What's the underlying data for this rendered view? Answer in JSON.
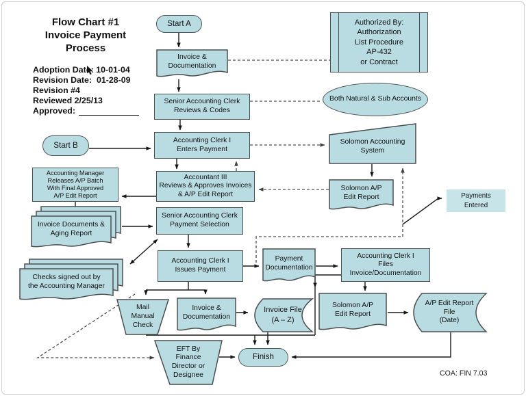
{
  "colors": {
    "shape_fill": "#b9dce2",
    "shape_fill_light": "#c7e4e9",
    "border": "#4a4f50",
    "solid_wire": "#1a1a1a",
    "dashed_wire": "#4d4d4d",
    "frame_border": "#cdd0d0",
    "page_bg": "#ffffff"
  },
  "header": {
    "title": "Flow Chart #1\nInvoice Payment Process",
    "meta_lines": [
      "Adoption Date: 10-01-04",
      "Revision Date:  01-28-09",
      "Revision #4",
      "Reviewed 2/25/13"
    ],
    "approved_label": "Approved:"
  },
  "nodes": {
    "start_a": {
      "label": "Start A"
    },
    "invoice_doc_top": {
      "label": "Invoice &\nDocumentation"
    },
    "authorized_by": {
      "label": "Authorized By:\nAuthorization\nList Procedure\nAP-432\nor Contract"
    },
    "senior_reviews": {
      "label": "Senior Accounting Clerk\nReviews & Codes"
    },
    "natural_sub": {
      "label": "Both Natural & Sub Accounts"
    },
    "enters_payment": {
      "label": "Accounting Clerk I\nEnters Payment"
    },
    "solomon_system": {
      "label": "Solomon Accounting\nSystem"
    },
    "start_b": {
      "label": "Start B"
    },
    "accountant_iii": {
      "label": "Accountant III\nReviews & Approves Invoices\n& A/P Edit Report"
    },
    "solomon_ap_mid": {
      "label": "Solomon A/P\nEdit Report"
    },
    "payments_entered": {
      "label": "Payments\nEntered"
    },
    "acct_mgr": {
      "label": "Accounting Manager\nReleases A/P Batch\nWith Final Approved\nA/P Edit Report"
    },
    "invoice_docs_aging": {
      "label": "Invoice Documents &\nAging Report"
    },
    "payment_selection": {
      "label": "Senior Accounting Clerk\nPayment Selection"
    },
    "checks_signed": {
      "label": "Checks signed out by\nthe Accounting Manager"
    },
    "issues_payment": {
      "label": "Accounting Clerk I\nIssues Payment"
    },
    "payment_doc": {
      "label": "Payment\nDocumentation"
    },
    "clerk_files": {
      "label": "Accounting Clerk I\nFiles\nInvoice/Documentation"
    },
    "mail_check": {
      "label": "Mail\nManual\nCheck"
    },
    "invoice_doc_bottom": {
      "label": "Invoice &\nDocumentation"
    },
    "invoice_file": {
      "label": "Invoice File\n(A – Z)"
    },
    "solomon_ap_bottom": {
      "label": "Solomon A/P\nEdit Report"
    },
    "ap_edit_file": {
      "label": "A/P Edit Report\nFile\n(Date)"
    },
    "eft": {
      "label": "EFT By\nFinance\nDirector or\nDesignee"
    },
    "finish": {
      "label": "Finish"
    }
  },
  "footer": {
    "reference": "COA: FIN 7.03"
  }
}
